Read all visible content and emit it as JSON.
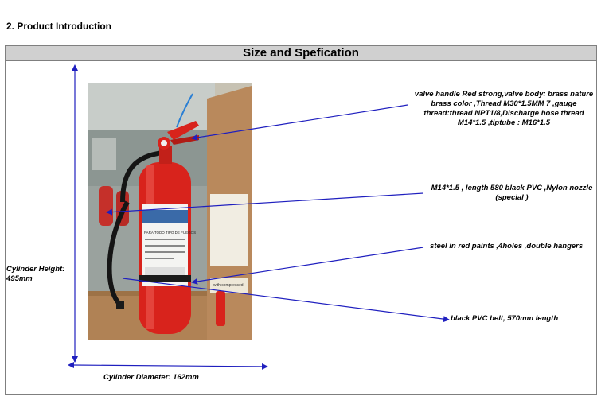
{
  "section": {
    "heading": "2. Product Introduction"
  },
  "table": {
    "title": "Size and Spefication"
  },
  "dimensions": {
    "height_label_line1": "Cylinder Height:",
    "height_label_line2": "495mm",
    "diameter_label": "Cylinder Diameter: 162mm"
  },
  "callouts": {
    "valve": [
      "valve handle Red  strong,valve body: brass nature",
      "brass color ,Thread M30*1.5MM 7 ,gauge",
      "thread:thread  NPT1/8,Discharge hose thread",
      "M14*1.5 ,tiptube : M16*1.5"
    ],
    "hose": [
      "M14*1.5 , length 580 black PVC ,Nylon nozzle",
      "(special )"
    ],
    "cylinder": "steel in red paints ,4holes ,double hangers",
    "belt": "black PVC belt, 570mm length"
  },
  "photo_labels": {
    "cylinder_label_title": "PARA TODO TIPO DE FUEGOS",
    "box_marking": "with compressed"
  },
  "colors": {
    "arrow": "#1f1fbf",
    "extinguisher_red": "#d8231c",
    "title_bar": "#d0d0d0",
    "carton": "#b9895c"
  }
}
